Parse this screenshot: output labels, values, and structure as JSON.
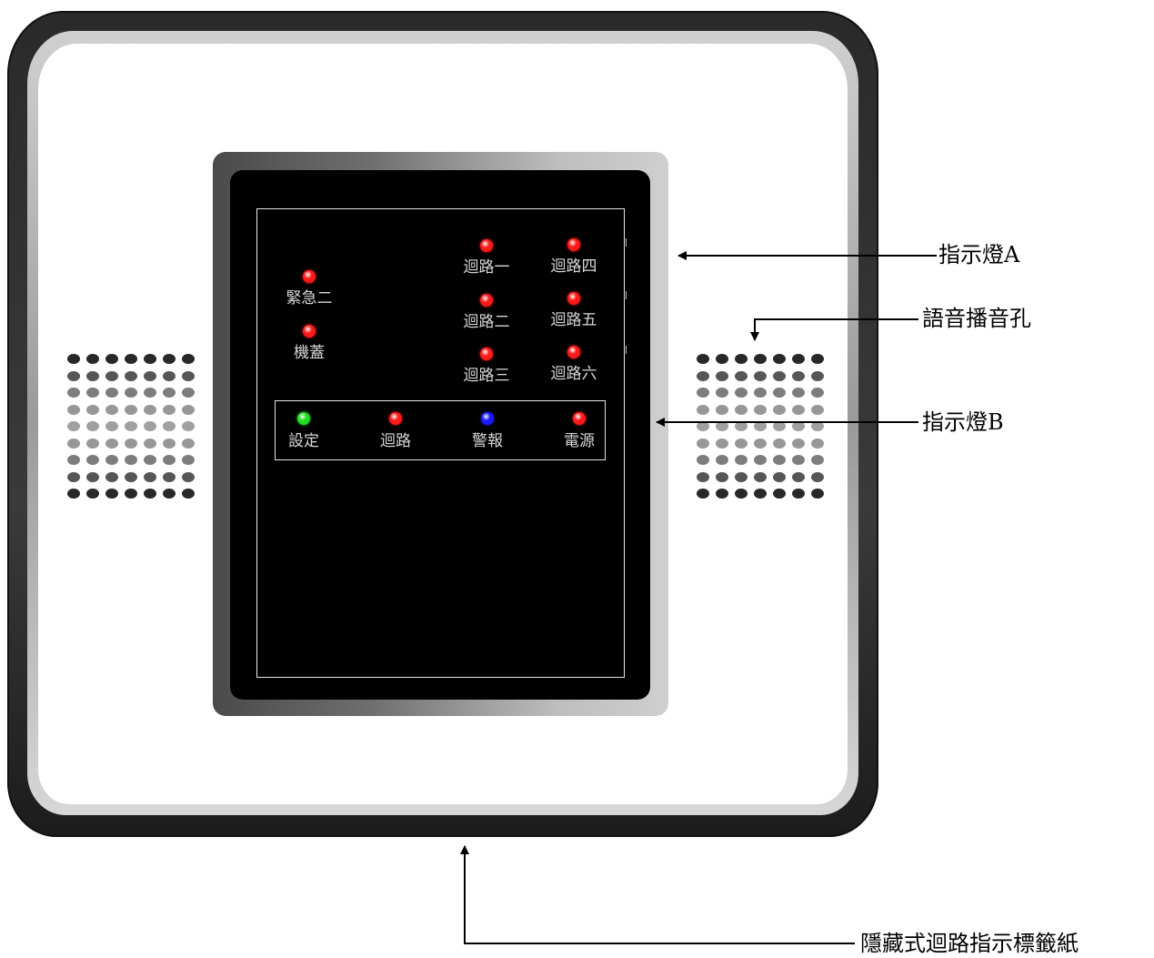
{
  "device": {
    "indicators_a": [
      {
        "label": "緊急二",
        "color": "#ff1a1a"
      },
      {
        "label": "機蓋",
        "color": "#ff1a1a"
      },
      {
        "label": "迴路一",
        "color": "#ff1a1a"
      },
      {
        "label": "迴路四",
        "color": "#ff1a1a"
      },
      {
        "label": "迴路二",
        "color": "#ff1a1a"
      },
      {
        "label": "迴路五",
        "color": "#ff1a1a"
      },
      {
        "label": "迴路三",
        "color": "#ff1a1a"
      },
      {
        "label": "迴路六",
        "color": "#ff1a1a"
      }
    ],
    "indicators_b": [
      {
        "label": "設定",
        "color": "#22dd22"
      },
      {
        "label": "迴路",
        "color": "#ff1a1a"
      },
      {
        "label": "警報",
        "color": "#1a1aff"
      },
      {
        "label": "電源",
        "color": "#ff1a1a"
      }
    ]
  },
  "callouts": {
    "indicator_a": "指示燈A",
    "speaker_hole": "語音播音孔",
    "indicator_b": "指示燈B",
    "hidden_label": "隱藏式迴路指示標籤紙"
  }
}
